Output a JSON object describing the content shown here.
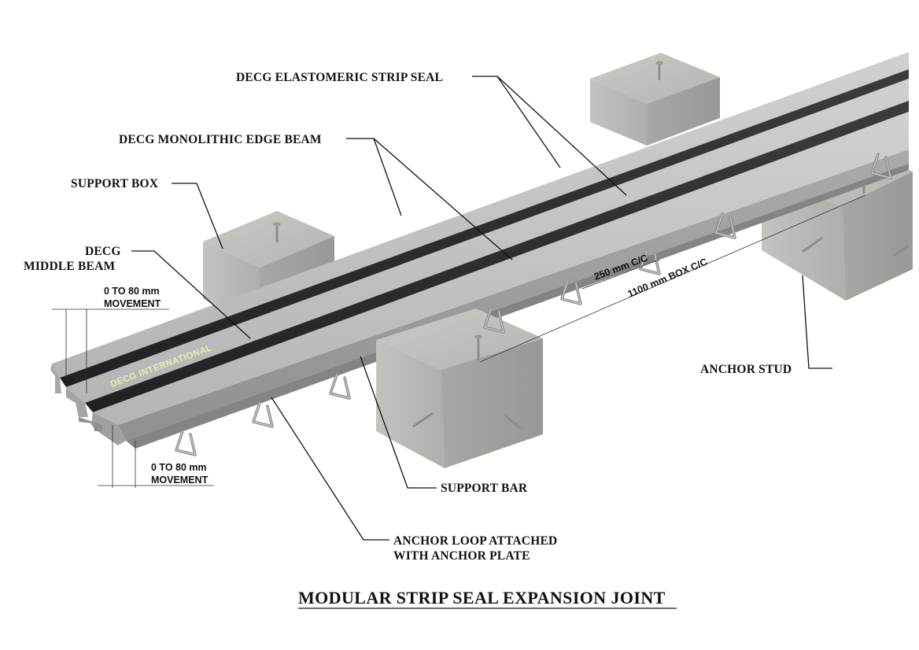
{
  "labels": {
    "strip_seal": "DECG ELASTOMERIC STRIP SEAL",
    "edge_beam": "DECG MONOLITHIC EDGE BEAM",
    "support_box": "SUPPORT BOX",
    "middle_beam_1": "DECG",
    "middle_beam_2": "MIDDLE BEAM",
    "movement_top_1": "0 TO 80 mm",
    "movement_top_2": "MOVEMENT",
    "movement_bottom_1": "0 TO 80 mm",
    "movement_bottom_2": "MOVEMENT",
    "spacing_cc": "250 mm C/C",
    "box_cc": "1100 mm BOX C/C",
    "anchor_stud": "ANCHOR STUD",
    "support_bar": "SUPPORT BAR",
    "anchor_loop_1": "ANCHOR LOOP ATTACHED",
    "anchor_loop_2": "WITH ANCHOR PLATE",
    "brand": "DECG INTERNATIONAL"
  },
  "title": "MODULAR STRIP SEAL EXPANSION JOINT",
  "colors": {
    "concrete": "#b6b8b4",
    "steel": "#bfc1c0",
    "seal": "#2b2d2e",
    "ink": "#111111"
  }
}
